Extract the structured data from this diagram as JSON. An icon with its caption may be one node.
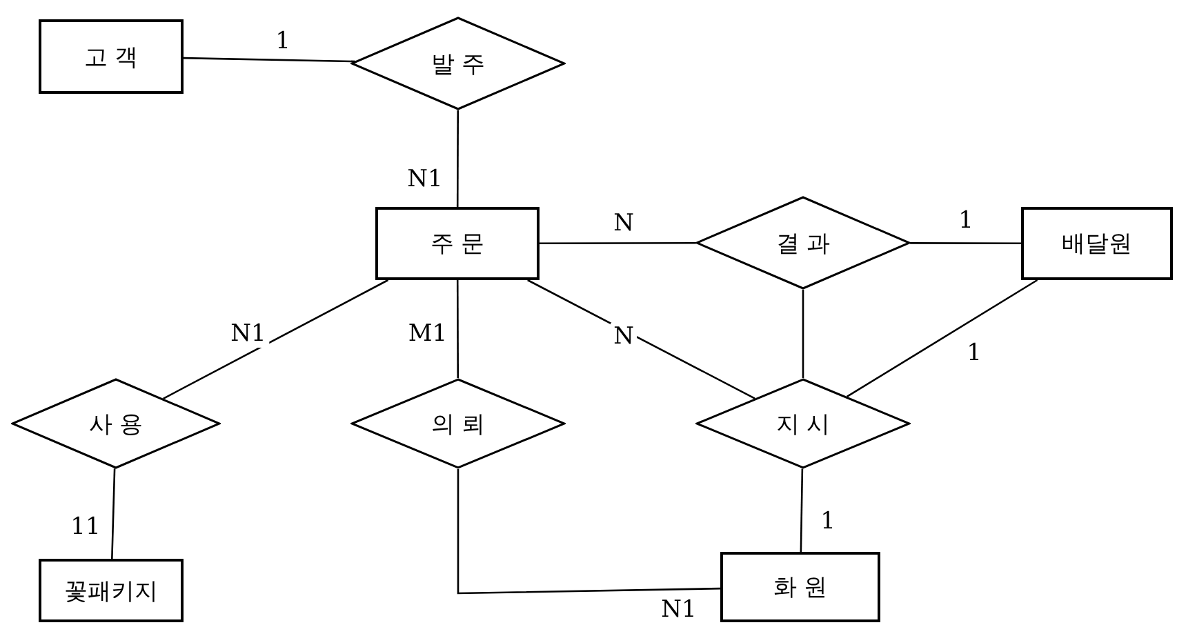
{
  "diagram": {
    "nodes": [
      {
        "text": [
          "고 객"
        ]
      },
      {
        "text": [
          "발 주"
        ]
      },
      {
        "text": [
          "주 문"
        ]
      },
      {
        "text": [
          "결 과"
        ]
      },
      {
        "text": [
          "배달원"
        ]
      },
      {
        "text": [
          "사 용"
        ]
      },
      {
        "text": [
          "의 뢰"
        ]
      },
      {
        "text": [
          "지 시"
        ]
      },
      {
        "text": [
          "꽃패키지"
        ]
      },
      {
        "text": [
          "화 원"
        ]
      }
    ],
    "edges": [
      {
        "from": 0,
        "to": 1,
        "arrow": "none",
        "label": "1"
      },
      {
        "from": 1,
        "to": 2,
        "arrow": "none",
        "label": "N1"
      },
      {
        "from": 2,
        "to": 3,
        "arrow": "none",
        "label": "N"
      },
      {
        "from": 3,
        "to": 4,
        "arrow": "none",
        "label": "1"
      },
      {
        "from": 2,
        "to": 5,
        "arrow": "none",
        "label": "N1"
      },
      {
        "from": 2,
        "to": 6,
        "arrow": "none",
        "label": "M1"
      },
      {
        "from": 2,
        "to": 7,
        "arrow": "none",
        "label": "N"
      },
      {
        "from": 3,
        "to": 7,
        "arrow": "none"
      },
      {
        "from": 4,
        "to": 7,
        "arrow": "none",
        "label": "1"
      },
      {
        "from": 5,
        "to": 8,
        "arrow": "none",
        "label": "11"
      },
      {
        "from": 6,
        "to": 9,
        "arrow": "none",
        "label": "N1"
      },
      {
        "from": 7,
        "to": 9,
        "arrow": "none",
        "label": "1"
      }
    ]
  }
}
